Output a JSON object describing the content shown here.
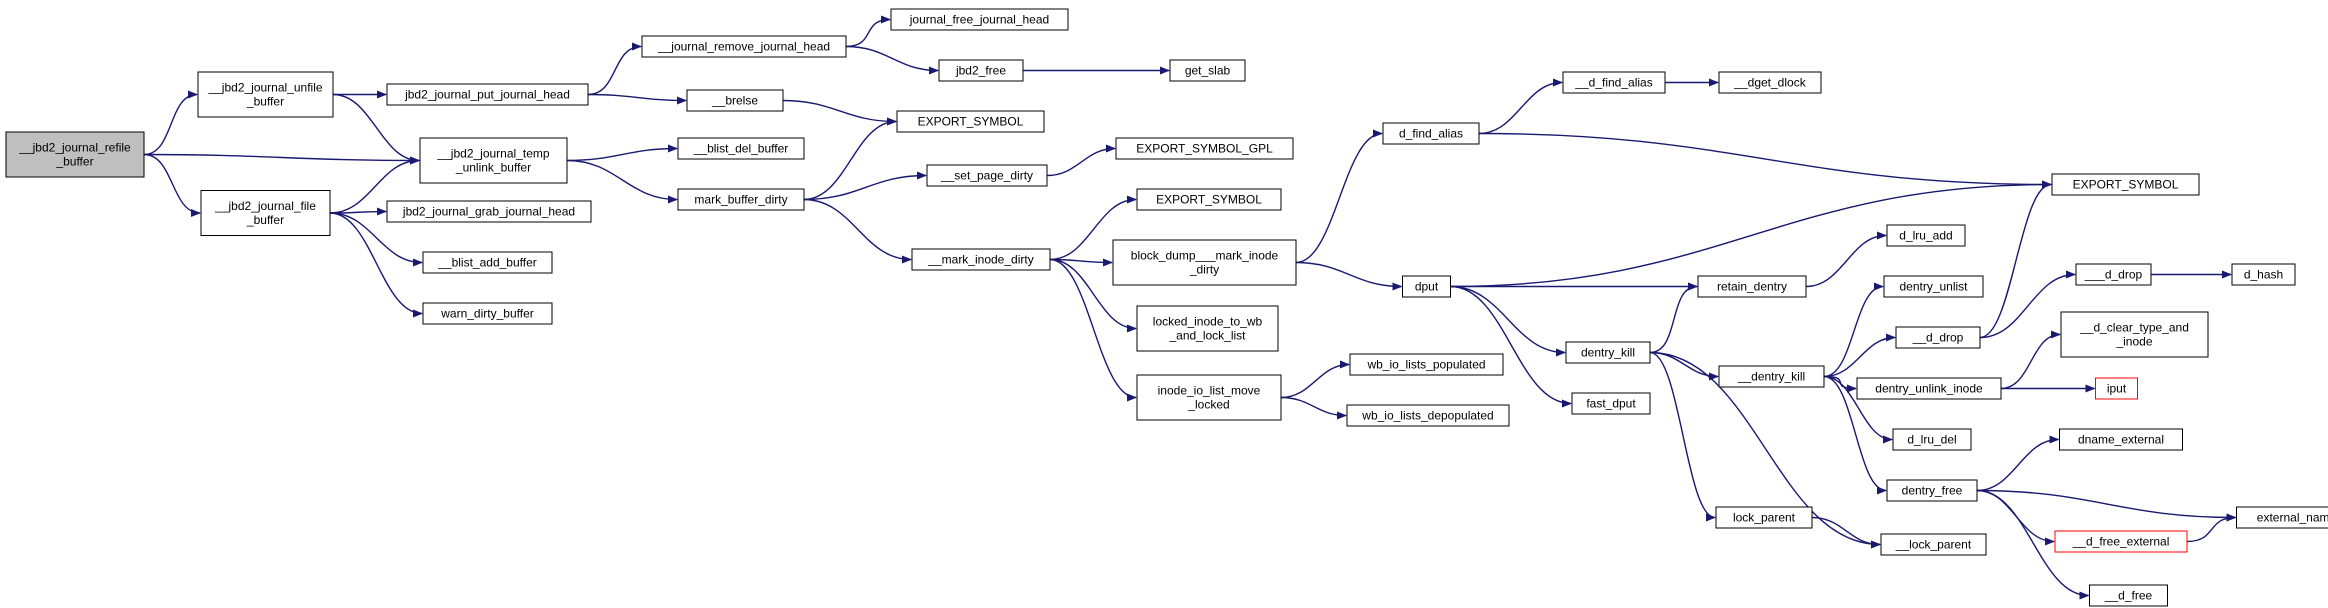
{
  "colors": {
    "edge": "#191970",
    "node_border": "#000000",
    "node_fill": "#ffffff",
    "current_fill": "#bfbfbf",
    "truncated_border": "#ff0000"
  },
  "nodes": [
    {
      "id": "n_refile",
      "lines": [
        "__jbd2_journal_refile",
        "_buffer"
      ],
      "kind": "current"
    },
    {
      "id": "n_unfile",
      "lines": [
        "__jbd2_journal_unfile",
        "_buffer"
      ]
    },
    {
      "id": "n_file",
      "lines": [
        "__jbd2_journal_file",
        "_buffer"
      ]
    },
    {
      "id": "n_put_head",
      "lines": [
        "jbd2_journal_put_journal_head"
      ]
    },
    {
      "id": "n_temp_unlink",
      "lines": [
        "__jbd2_journal_temp",
        "_unlink_buffer"
      ]
    },
    {
      "id": "n_grab_head",
      "lines": [
        "jbd2_journal_grab_journal_head"
      ]
    },
    {
      "id": "n_blist_add",
      "lines": [
        "__blist_add_buffer"
      ]
    },
    {
      "id": "n_warn_dirty",
      "lines": [
        "warn_dirty_buffer"
      ]
    },
    {
      "id": "n_remove_head",
      "lines": [
        "__journal_remove_journal_head"
      ]
    },
    {
      "id": "n_brelse",
      "lines": [
        "__brelse"
      ]
    },
    {
      "id": "n_blist_del",
      "lines": [
        "__blist_del_buffer"
      ]
    },
    {
      "id": "n_mark_buffer_dirty",
      "lines": [
        "mark_buffer_dirty"
      ]
    },
    {
      "id": "n_free_head",
      "lines": [
        "journal_free_journal_head"
      ]
    },
    {
      "id": "n_jbd2_free",
      "lines": [
        "jbd2_free"
      ]
    },
    {
      "id": "n_export_1",
      "lines": [
        "EXPORT_SYMBOL"
      ]
    },
    {
      "id": "n_set_page_dirty",
      "lines": [
        "__set_page_dirty"
      ]
    },
    {
      "id": "n_mark_inode_dirty",
      "lines": [
        "__mark_inode_dirty"
      ]
    },
    {
      "id": "n_get_slab",
      "lines": [
        "get_slab"
      ]
    },
    {
      "id": "n_export_gpl",
      "lines": [
        "EXPORT_SYMBOL_GPL"
      ]
    },
    {
      "id": "n_export_2",
      "lines": [
        "EXPORT_SYMBOL"
      ]
    },
    {
      "id": "n_block_dump",
      "lines": [
        "block_dump___mark_inode",
        "_dirty"
      ]
    },
    {
      "id": "n_locked_inode",
      "lines": [
        "locked_inode_to_wb",
        "_and_lock_list"
      ]
    },
    {
      "id": "n_io_list_move",
      "lines": [
        "inode_io_list_move",
        "_locked"
      ]
    },
    {
      "id": "n_d_find_alias",
      "lines": [
        "d_find_alias"
      ]
    },
    {
      "id": "n_dput",
      "lines": [
        "dput"
      ]
    },
    {
      "id": "n_wb_populated",
      "lines": [
        "wb_io_lists_populated"
      ]
    },
    {
      "id": "n_wb_depopulated",
      "lines": [
        "wb_io_lists_depopulated"
      ]
    },
    {
      "id": "n__d_find_alias",
      "lines": [
        "__d_find_alias"
      ]
    },
    {
      "id": "n_dentry_kill",
      "lines": [
        "dentry_kill"
      ]
    },
    {
      "id": "n_fast_dput",
      "lines": [
        "fast_dput"
      ]
    },
    {
      "id": "n_dget_dlock",
      "lines": [
        "__dget_dlock"
      ]
    },
    {
      "id": "n_retain_dentry",
      "lines": [
        "retain_dentry"
      ]
    },
    {
      "id": "n__dentry_kill",
      "lines": [
        "__dentry_kill"
      ]
    },
    {
      "id": "n_lock_parent",
      "lines": [
        "lock_parent"
      ]
    },
    {
      "id": "n_d_lru_add",
      "lines": [
        "d_lru_add"
      ]
    },
    {
      "id": "n_dentry_unlist",
      "lines": [
        "dentry_unlist"
      ]
    },
    {
      "id": "n__d_drop",
      "lines": [
        "__d_drop"
      ]
    },
    {
      "id": "n_dentry_unlink_inode",
      "lines": [
        "dentry_unlink_inode"
      ]
    },
    {
      "id": "n_d_lru_del",
      "lines": [
        "d_lru_del"
      ]
    },
    {
      "id": "n_dentry_free",
      "lines": [
        "dentry_free"
      ]
    },
    {
      "id": "n___lock_parent",
      "lines": [
        "__lock_parent"
      ]
    },
    {
      "id": "n_export_3",
      "lines": [
        "EXPORT_SYMBOL"
      ]
    },
    {
      "id": "n___d_drop",
      "lines": [
        "___d_drop"
      ]
    },
    {
      "id": "n_d_clear_type",
      "lines": [
        "__d_clear_type_and",
        "_inode"
      ]
    },
    {
      "id": "n_iput",
      "lines": [
        "iput"
      ],
      "kind": "truncated"
    },
    {
      "id": "n_dname_external",
      "lines": [
        "dname_external"
      ]
    },
    {
      "id": "n_d_free_external",
      "lines": [
        "__d_free_external"
      ],
      "kind": "truncated"
    },
    {
      "id": "n_d_free",
      "lines": [
        "__d_free"
      ]
    },
    {
      "id": "n_d_hash",
      "lines": [
        "d_hash"
      ]
    },
    {
      "id": "n_external_name",
      "lines": [
        "external_name"
      ]
    }
  ],
  "edges": [
    [
      "n_refile",
      "n_unfile"
    ],
    [
      "n_refile",
      "n_temp_unlink"
    ],
    [
      "n_refile",
      "n_file"
    ],
    [
      "n_unfile",
      "n_put_head"
    ],
    [
      "n_unfile",
      "n_temp_unlink"
    ],
    [
      "n_file",
      "n_temp_unlink"
    ],
    [
      "n_file",
      "n_grab_head"
    ],
    [
      "n_file",
      "n_blist_add"
    ],
    [
      "n_file",
      "n_warn_dirty"
    ],
    [
      "n_put_head",
      "n_remove_head"
    ],
    [
      "n_put_head",
      "n_brelse"
    ],
    [
      "n_temp_unlink",
      "n_blist_del"
    ],
    [
      "n_temp_unlink",
      "n_mark_buffer_dirty"
    ],
    [
      "n_remove_head",
      "n_free_head"
    ],
    [
      "n_remove_head",
      "n_jbd2_free"
    ],
    [
      "n_jbd2_free",
      "n_get_slab"
    ],
    [
      "n_brelse",
      "n_export_1"
    ],
    [
      "n_mark_buffer_dirty",
      "n_export_1"
    ],
    [
      "n_mark_buffer_dirty",
      "n_set_page_dirty"
    ],
    [
      "n_mark_buffer_dirty",
      "n_mark_inode_dirty"
    ],
    [
      "n_set_page_dirty",
      "n_export_gpl"
    ],
    [
      "n_mark_inode_dirty",
      "n_export_2"
    ],
    [
      "n_mark_inode_dirty",
      "n_block_dump"
    ],
    [
      "n_mark_inode_dirty",
      "n_locked_inode"
    ],
    [
      "n_mark_inode_dirty",
      "n_io_list_move"
    ],
    [
      "n_block_dump",
      "n_d_find_alias"
    ],
    [
      "n_block_dump",
      "n_dput"
    ],
    [
      "n_io_list_move",
      "n_wb_populated"
    ],
    [
      "n_io_list_move",
      "n_wb_depopulated"
    ],
    [
      "n_d_find_alias",
      "n__d_find_alias"
    ],
    [
      "n_d_find_alias",
      "n_export_3"
    ],
    [
      "n__d_find_alias",
      "n_dget_dlock"
    ],
    [
      "n_dput",
      "n_export_3"
    ],
    [
      "n_dput",
      "n_retain_dentry"
    ],
    [
      "n_dput",
      "n_dentry_kill"
    ],
    [
      "n_dput",
      "n_fast_dput"
    ],
    [
      "n_dentry_kill",
      "n_retain_dentry"
    ],
    [
      "n_dentry_kill",
      "n__dentry_kill"
    ],
    [
      "n_dentry_kill",
      "n_lock_parent"
    ],
    [
      "n_dentry_kill",
      "n___lock_parent"
    ],
    [
      "n_retain_dentry",
      "n_d_lru_add"
    ],
    [
      "n__dentry_kill",
      "n_dentry_unlist"
    ],
    [
      "n__dentry_kill",
      "n__d_drop"
    ],
    [
      "n__dentry_kill",
      "n_dentry_unlink_inode"
    ],
    [
      "n__dentry_kill",
      "n_d_lru_del"
    ],
    [
      "n__dentry_kill",
      "n_dentry_free"
    ],
    [
      "n_lock_parent",
      "n___lock_parent"
    ],
    [
      "n__d_drop",
      "n_export_3"
    ],
    [
      "n__d_drop",
      "n___d_drop"
    ],
    [
      "n___d_drop",
      "n_d_hash"
    ],
    [
      "n_dentry_unlink_inode",
      "n_d_clear_type"
    ],
    [
      "n_dentry_unlink_inode",
      "n_iput"
    ],
    [
      "n_dentry_free",
      "n_dname_external"
    ],
    [
      "n_dentry_free",
      "n_external_name"
    ],
    [
      "n_dentry_free",
      "n_d_free_external"
    ],
    [
      "n_dentry_free",
      "n_d_free"
    ],
    [
      "n_d_free_external",
      "n_external_name"
    ]
  ]
}
